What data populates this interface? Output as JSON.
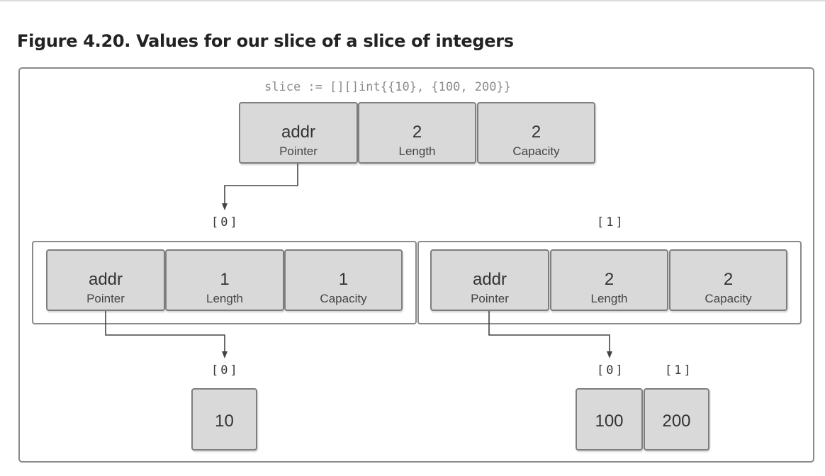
{
  "caption": "Figure 4.20. Values for our slice of a slice of integers",
  "code": "slice := [][]int{{10}, {100, 200}}",
  "top_header": {
    "pointer": {
      "value": "addr",
      "label": "Pointer"
    },
    "length": {
      "value": "2",
      "label": "Length"
    },
    "capacity": {
      "value": "2",
      "label": "Capacity"
    }
  },
  "inner_slices": [
    {
      "index": "[0]",
      "pointer": {
        "value": "addr",
        "label": "Pointer"
      },
      "length": {
        "value": "1",
        "label": "Length"
      },
      "capacity": {
        "value": "1",
        "label": "Capacity"
      },
      "elements": [
        {
          "index": "[0]",
          "value": "10"
        }
      ]
    },
    {
      "index": "[1]",
      "pointer": {
        "value": "addr",
        "label": "Pointer"
      },
      "length": {
        "value": "2",
        "label": "Length"
      },
      "capacity": {
        "value": "2",
        "label": "Capacity"
      },
      "elements": [
        {
          "index": "[0]",
          "value": "100"
        },
        {
          "index": "[1]",
          "value": "200"
        }
      ]
    }
  ],
  "colors": {
    "cell_fill": "#d9d9d9",
    "cell_border": "#7e7e7e",
    "frame_border": "#8a8a8a",
    "code_text": "#8c8c8c"
  }
}
